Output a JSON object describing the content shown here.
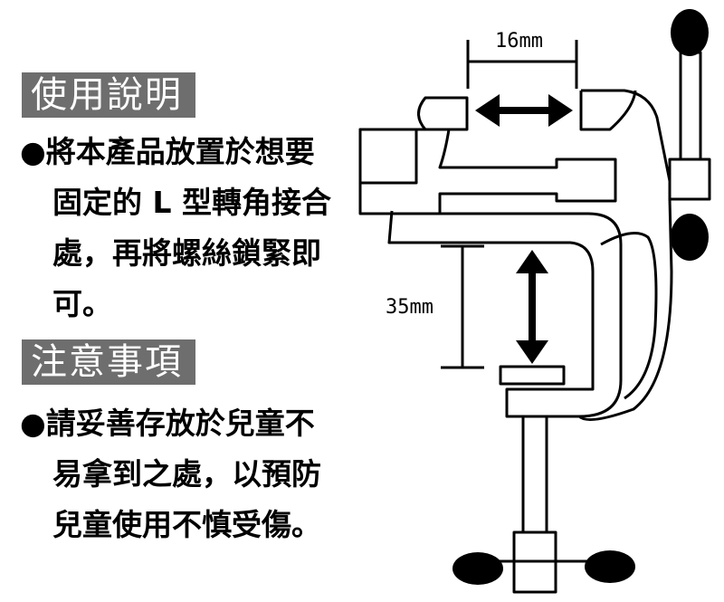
{
  "instructions": {
    "title": "使用說明",
    "lines": [
      "●將本產品放置於想要",
      "固定的 L 型轉角接合",
      "處，再將螺絲鎖緊即",
      "可。"
    ]
  },
  "cautions": {
    "title": "注意事項",
    "lines": [
      "●請妥善存放於兒童不",
      "易拿到之處，以預防",
      "兒童使用不慎受傷。"
    ]
  },
  "diagram": {
    "width_label": "16mm",
    "depth_label": "35mm"
  }
}
